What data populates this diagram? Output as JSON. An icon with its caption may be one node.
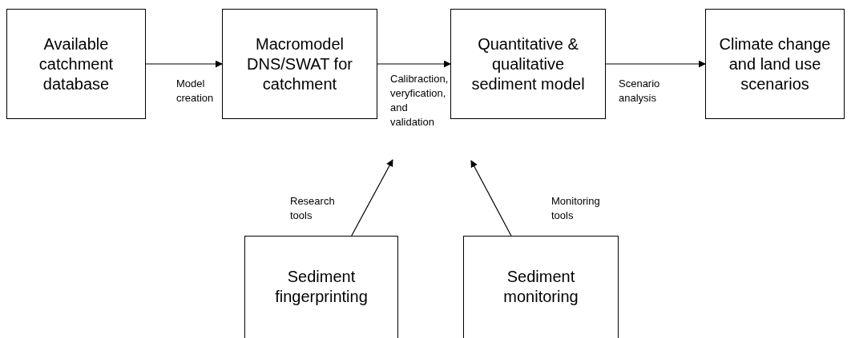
{
  "diagram": {
    "nodes": [
      {
        "text": [
          "Available catchment database"
        ]
      },
      {
        "text": [
          "Macromodel DNS/SWAT for catchment"
        ]
      },
      {
        "text": [
          "Quantitative & qualitative sediment model"
        ]
      },
      {
        "text": [
          "Climate change and land use scenarios"
        ]
      },
      {
        "text": [
          "Sediment fingerprinting"
        ]
      },
      {
        "text": [
          "Sediment monitoring"
        ]
      }
    ],
    "edges": [
      {
        "from": 0,
        "to": 1,
        "arrow": "to",
        "label": "Model creation"
      },
      {
        "from": 1,
        "to": 2,
        "arrow": "to",
        "label": "Calibraction, veryfication, and validation"
      },
      {
        "from": 2,
        "to": 3,
        "arrow": "to",
        "label": "Scenario analysis"
      },
      {
        "from": 4,
        "to": null,
        "arrow": "to",
        "label": "Research tools"
      },
      {
        "from": 5,
        "to": null,
        "arrow": "to",
        "label": "Monitoring tools"
      }
    ]
  }
}
